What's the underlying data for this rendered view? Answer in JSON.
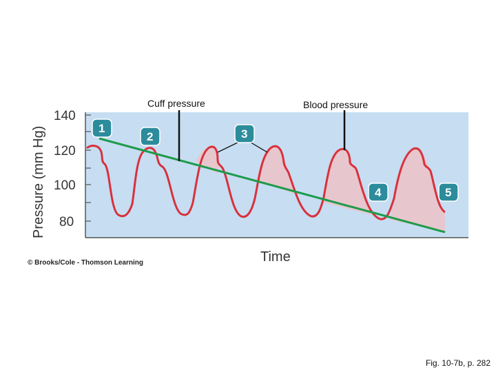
{
  "labels": {
    "cuff_pressure": "Cuff pressure",
    "blood_pressure": "Blood pressure",
    "y_axis": "Pressure (mm Hg)",
    "x_axis": "Time"
  },
  "y_ticks": [
    "140",
    "120",
    "100",
    "80"
  ],
  "markers": [
    "1",
    "2",
    "3",
    "4",
    "5"
  ],
  "credits": {
    "copyright": "© Brooks/Cole - Thomson Learning",
    "figure_ref": "Fig. 10-7b, p. 282"
  },
  "colors": {
    "panel": "#c6ddf2",
    "blood_wave": "#d8313c",
    "cuff_line": "#1d9b4a",
    "shade": "#e9c5cc",
    "badge": "#2d8c9c"
  }
}
